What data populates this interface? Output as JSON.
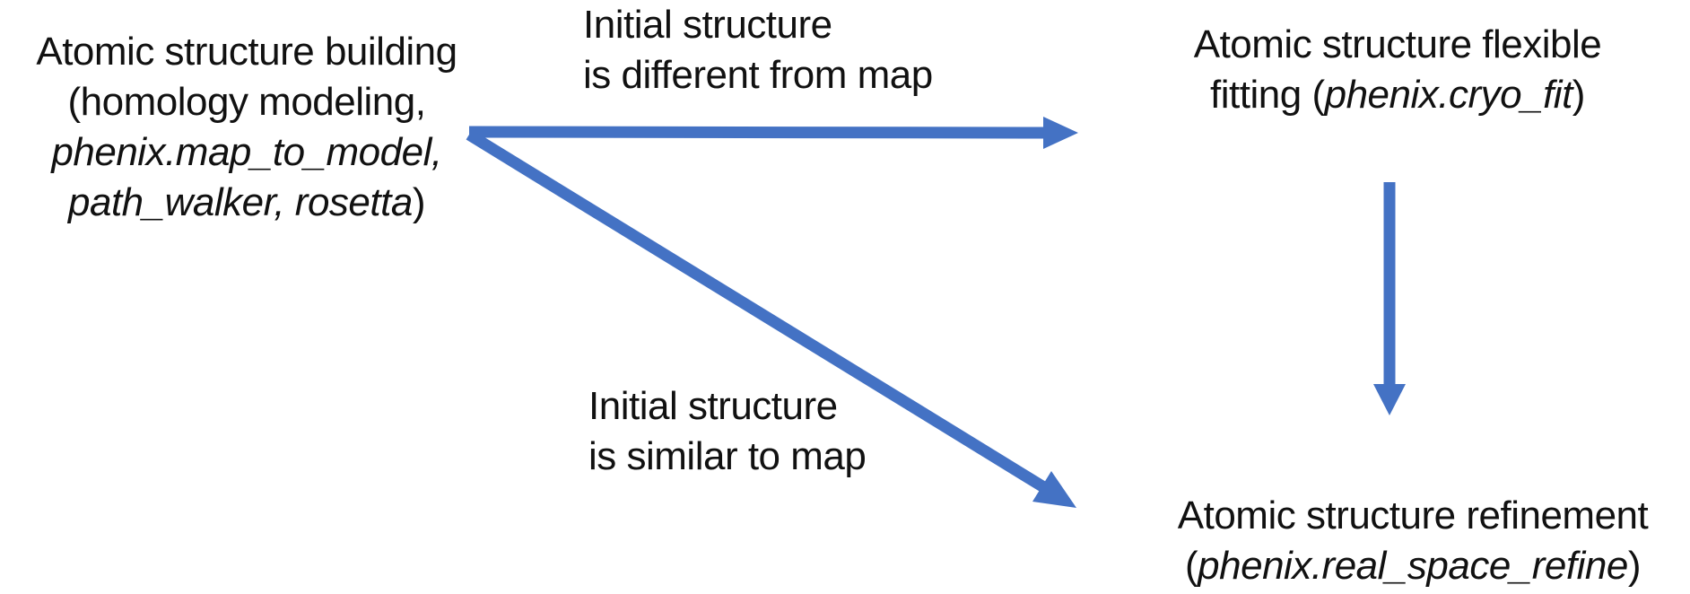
{
  "colors": {
    "arrow": "#4472C4",
    "text": "#111111",
    "background": "#ffffff"
  },
  "nodes": {
    "building": {
      "line1": "Atomic structure building",
      "line2": "(homology modeling,",
      "line3_italic": "phenix.map_to_model,",
      "line4_italic": "path_walker, rosetta",
      "line4_suffix": ")"
    },
    "fitting": {
      "line1": "Atomic structure flexible",
      "line2_prefix": "fitting (",
      "line2_italic": "phenix.cryo_fit",
      "line2_suffix": ")"
    },
    "refinement": {
      "line1": "Atomic structure refinement",
      "line2_prefix": "(",
      "line2_italic": "phenix.real_space_refine",
      "line2_suffix": ")"
    }
  },
  "labels": {
    "different": {
      "line1": "Initial structure",
      "line2": "is different from map"
    },
    "similar": {
      "line1": "Initial structure",
      "line2": "is similar to map"
    }
  },
  "arrows": [
    {
      "id": "building-to-fitting",
      "condition": "initial structure is different from map"
    },
    {
      "id": "building-to-refinement",
      "condition": "initial structure is similar to map"
    },
    {
      "id": "fitting-to-refinement",
      "condition": ""
    }
  ]
}
